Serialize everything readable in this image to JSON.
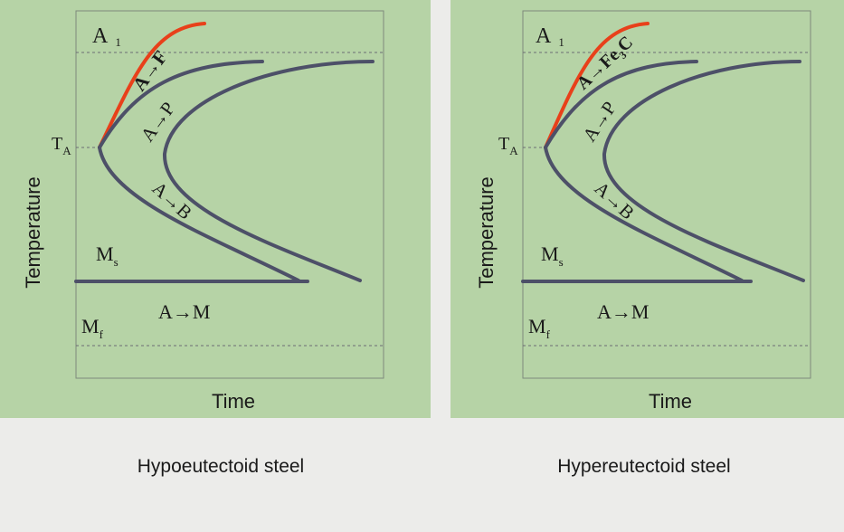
{
  "colors": {
    "panel_bg": "#b6d3a6",
    "curve": "#4d5068",
    "ferrite_curve": "#e8401a",
    "page_bg": "#ececea",
    "text": "#1a1a1a"
  },
  "panels": [
    {
      "label_A1": "A",
      "label_A1_sub": "1",
      "label_TA": "T",
      "label_TA_sub": "A",
      "label_Ms": "M",
      "label_Ms_sub": "s",
      "label_Mf": "M",
      "label_Mf_sub": "f",
      "label_AF": "A→F",
      "label_AP": "A→P",
      "label_AB": "A→B",
      "label_AM": "A→M",
      "ylabel": "Temperature",
      "xlabel": "Time",
      "caption": "Hypoeutectoid steel"
    },
    {
      "label_A1": "A",
      "label_A1_sub": "1",
      "label_TA": "T",
      "label_TA_sub": "A",
      "label_Ms": "M",
      "label_Ms_sub": "s",
      "label_Mf": "M",
      "label_Mf_sub": "f",
      "label_AF": "A→Fe",
      "label_AF_sub": "3",
      "label_AF_tail": "C",
      "label_AP": "A→P",
      "label_AB": "A→B",
      "label_AM": "A→M",
      "ylabel": "Temperature",
      "xlabel": "Time",
      "caption": "Hypereutectoid steel"
    }
  ]
}
